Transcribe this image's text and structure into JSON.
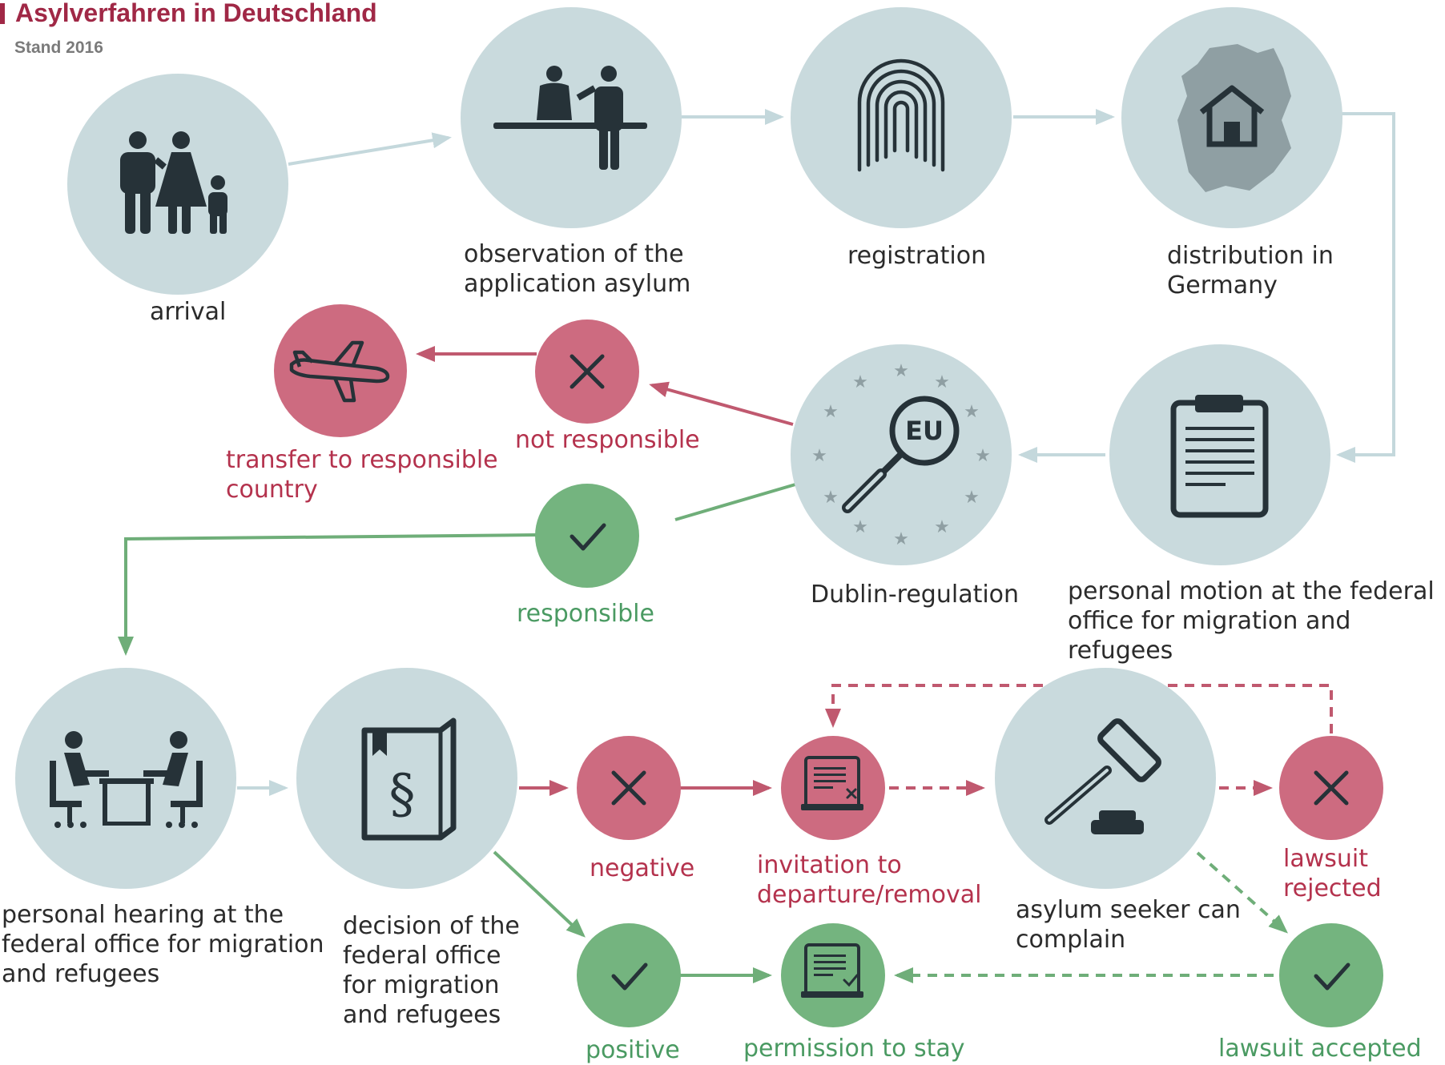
{
  "header": {
    "title": "Asylverfahren in Deutschland",
    "subtitle": "Stand 2016"
  },
  "colors": {
    "node_grey": "#c9dadd",
    "node_red": "#cd6b80",
    "node_green": "#74b47f",
    "icon_dark": "#263238",
    "arrow_grey": "#c4d8dc",
    "arrow_red": "#c0596f",
    "arrow_green": "#6fae79",
    "title_red": "#a02846"
  },
  "nodes": {
    "arrival": {
      "label": "arrival",
      "icon": "family-icon"
    },
    "observation": {
      "label": "observation of the\napplication asylum",
      "icon": "reception-desk-icon"
    },
    "registration": {
      "label": "registration",
      "icon": "fingerprint-icon"
    },
    "distribution": {
      "label": "distribution in\nGermany",
      "icon": "germany-house-icon"
    },
    "personal_motion": {
      "label": "personal motion at the federal\noffice for migration and refugees",
      "icon": "clipboard-icon"
    },
    "dublin": {
      "label": "Dublin-regulation",
      "icon": "eu-magnifier-icon"
    },
    "not_responsible": {
      "label": "not responsible",
      "icon": "cross-icon"
    },
    "transfer": {
      "label": "transfer to responsible\ncountry",
      "icon": "airplane-icon"
    },
    "responsible": {
      "label": "responsible",
      "icon": "check-icon"
    },
    "hearing": {
      "label": "personal hearing at the\nfederal office for migration\nand refugees",
      "icon": "interview-table-icon"
    },
    "decision": {
      "label": "decision of the\nfederal office\nfor migration\nand refugees",
      "icon": "law-book-icon"
    },
    "negative": {
      "label": "negative",
      "icon": "cross-icon"
    },
    "invitation": {
      "label": "invitation to\ndeparture/removal",
      "icon": "rejected-document-icon"
    },
    "complain": {
      "label": "asylum seeker can\ncomplain",
      "icon": "gavel-icon"
    },
    "lawsuit_rejected": {
      "label": "lawsuit\nrejected",
      "icon": "cross-icon"
    },
    "positive": {
      "label": "positive",
      "icon": "check-icon"
    },
    "permission": {
      "label": "permission to stay",
      "icon": "approved-document-icon"
    },
    "lawsuit_accepted": {
      "label": "lawsuit accepted",
      "icon": "check-icon"
    }
  }
}
